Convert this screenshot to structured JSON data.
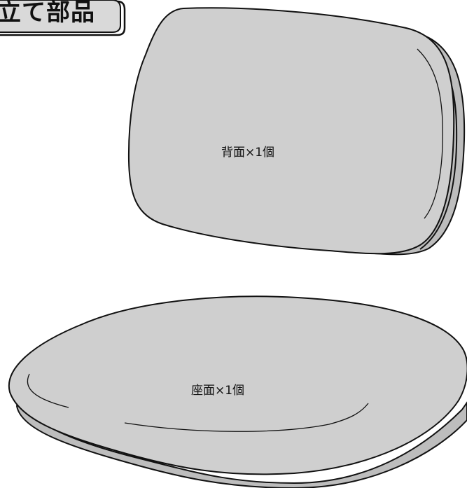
{
  "header": {
    "title": "立て部品"
  },
  "parts": {
    "back": {
      "label": "背面×1個"
    },
    "seat": {
      "label": "座面×1個"
    }
  },
  "colors": {
    "part_fill": "#cfcfcf",
    "part_stroke": "#111111",
    "tab_fill": "#d9d9d9"
  }
}
